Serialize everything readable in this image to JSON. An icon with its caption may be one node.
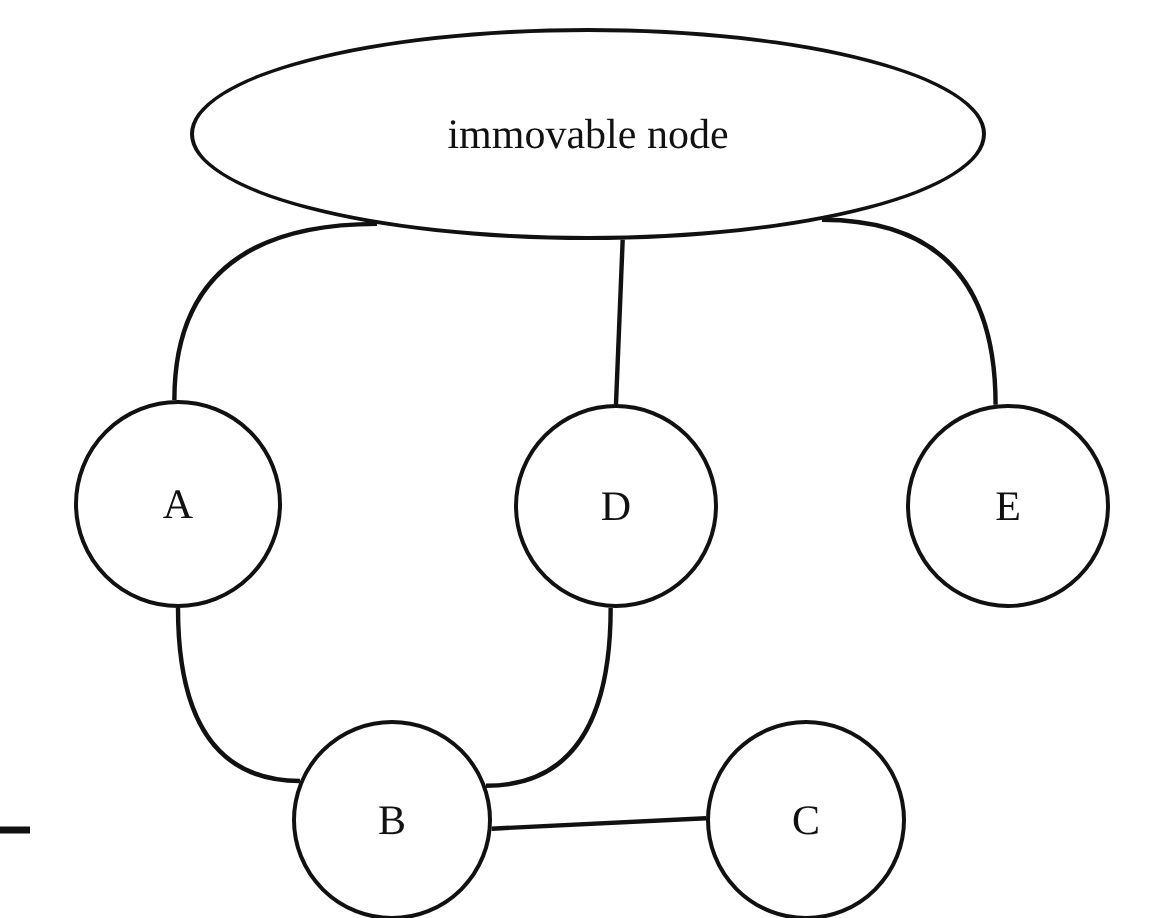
{
  "diagram": {
    "nodes": [
      {
        "text": [
          "immovable node"
        ]
      },
      {
        "text": [
          "A"
        ]
      },
      {
        "text": [
          "D"
        ]
      },
      {
        "text": [
          "E"
        ]
      },
      {
        "text": [
          "B"
        ]
      },
      {
        "text": [
          "C"
        ]
      }
    ],
    "edges": [
      {
        "from": 0,
        "to": 1,
        "arrow": "none"
      },
      {
        "from": 0,
        "to": 2,
        "arrow": "none"
      },
      {
        "from": 0,
        "to": 3,
        "arrow": "none"
      },
      {
        "from": 1,
        "to": 4,
        "arrow": "none"
      },
      {
        "from": 2,
        "to": 4,
        "arrow": "none"
      },
      {
        "from": 4,
        "to": 5,
        "arrow": "none"
      }
    ]
  }
}
